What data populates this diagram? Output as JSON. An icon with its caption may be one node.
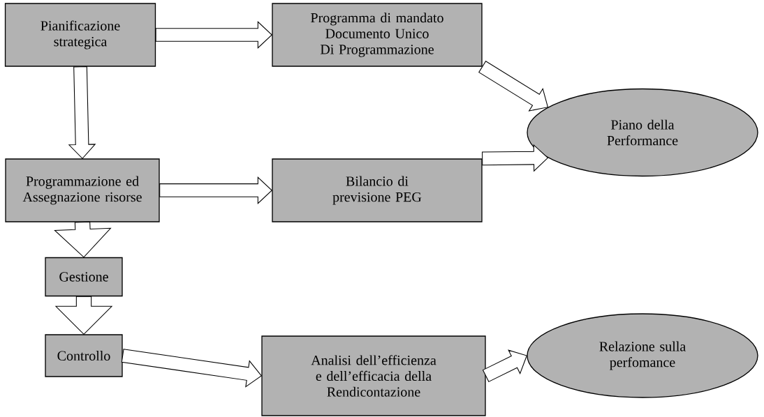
{
  "diagram": {
    "nodes": [
      {
        "text": [
          "Pianificazione strategica"
        ]
      },
      {
        "text": [
          "Programma di mandato Documento Unico Di Programmazione"
        ]
      },
      {
        "text": [
          "Piano della Performance"
        ]
      },
      {
        "text": [
          "Programmazione ed Assegnazione risorse"
        ]
      },
      {
        "text": [
          "Bilancio di previsione PEG"
        ]
      },
      {
        "text": [
          "Gestione"
        ]
      },
      {
        "text": [
          "Controllo"
        ]
      },
      {
        "text": [
          "Analisi dell’efficienza e dell’efficacia della Rendicontazione"
        ]
      },
      {
        "text": [
          "Relazione sulla perfomance"
        ]
      }
    ],
    "edges": [
      {
        "from": 0,
        "to": 1,
        "arrow": "to"
      },
      {
        "from": 1,
        "to": 2,
        "arrow": "to"
      },
      {
        "from": 0,
        "to": 3,
        "arrow": "to"
      },
      {
        "from": 3,
        "to": 4,
        "arrow": "to"
      },
      {
        "from": 4,
        "to": 2,
        "arrow": "to"
      },
      {
        "from": 3,
        "to": 5,
        "arrow": "to"
      },
      {
        "from": 5,
        "to": 6,
        "arrow": "to"
      },
      {
        "from": 6,
        "to": 7,
        "arrow": "to"
      },
      {
        "from": 7,
        "to": 8,
        "arrow": "to"
      }
    ]
  }
}
